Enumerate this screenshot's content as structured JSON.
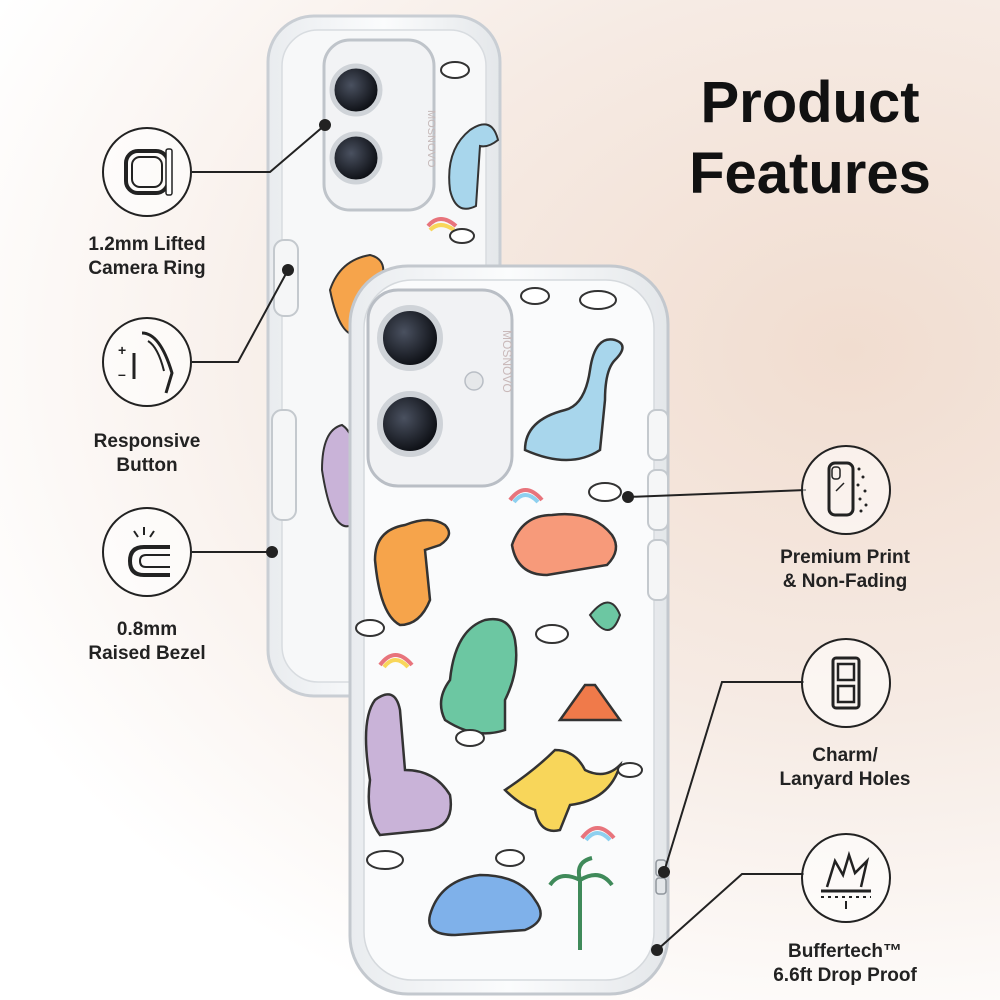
{
  "title": {
    "line1": "Product",
    "line2": "Features"
  },
  "case_print": {
    "brand_text": "MOSNOVO"
  },
  "features": [
    {
      "id": "camera-ring",
      "line1": "1.2mm Lifted",
      "line2": "Camera Ring",
      "icon": "camera-ring-icon"
    },
    {
      "id": "button",
      "line1": "Responsive",
      "line2": "Button",
      "icon": "button-icon"
    },
    {
      "id": "bezel",
      "line1": "0.8mm",
      "line2": "Raised Bezel",
      "icon": "bezel-icon"
    },
    {
      "id": "print",
      "line1": "Premium Print",
      "line2": "& Non-Fading",
      "icon": "print-icon"
    },
    {
      "id": "lanyard",
      "line1": "Charm/",
      "line2": "Lanyard Holes",
      "icon": "lanyard-holes-icon"
    },
    {
      "id": "drop",
      "line1": "Buffertech™",
      "line2": "6.6ft Drop Proof",
      "icon": "drop-proof-icon"
    }
  ],
  "colors": {
    "text": "#222222",
    "lines": "#222222"
  }
}
